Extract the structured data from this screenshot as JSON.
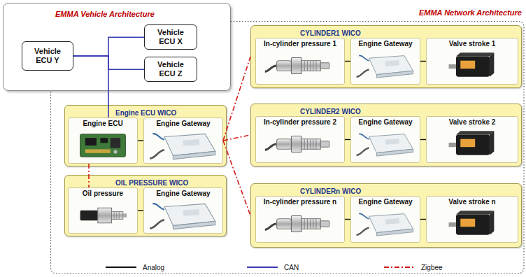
{
  "diagram": {
    "nodes": [
      {
        "text": [
          "EMMA Vehicle Architecture"
        ]
      },
      {
        "text": [
          "Vehicle ECU Y"
        ],
        "in": 0
      },
      {
        "text": [
          "Vehicle ECU X"
        ],
        "in": 0
      },
      {
        "text": [
          "Vehicle ECU Z"
        ],
        "in": 0
      },
      {
        "text": [
          "EMMA Network Architecture"
        ]
      },
      {
        "text": [
          "CYLINDER1 WICO"
        ],
        "in": 4
      },
      {
        "text": [
          "In-cylinder pressure 1"
        ],
        "in": 5
      },
      {
        "text": [
          "Engine Gateway"
        ],
        "in": 5
      },
      {
        "text": [
          "Valve stroke 1"
        ],
        "in": 5
      },
      {
        "text": [
          "Engine ECU WICO"
        ],
        "in": 4
      },
      {
        "text": [
          "Engine ECU"
        ],
        "in": 9
      },
      {
        "text": [
          "Engine Gateway"
        ],
        "in": 9
      },
      {
        "text": [
          "CYLINDER2 WICO"
        ],
        "in": 4
      },
      {
        "text": [
          "In-cylinder pressure 2"
        ],
        "in": 12
      },
      {
        "text": [
          "Engine Gateway"
        ],
        "in": 12
      },
      {
        "text": [
          "Valve stroke 2"
        ],
        "in": 12
      },
      {
        "text": [
          "OIL PRESSURE WICO"
        ],
        "in": 4
      },
      {
        "text": [
          "Oil pressure"
        ],
        "in": 16
      },
      {
        "text": [
          "Engine Gateway"
        ],
        "in": 16
      },
      {
        "text": [
          "CYLINDERn WICO"
        ],
        "in": 4
      },
      {
        "text": [
          "In-cylinder pressure n"
        ],
        "in": 19
      },
      {
        "text": [
          "Engine Gateway"
        ],
        "in": 19
      },
      {
        "text": [
          "Valve stroke n"
        ],
        "in": 19
      }
    ],
    "edges": [
      {
        "from": 1,
        "to": 2,
        "arrow": "none"
      },
      {
        "from": 1,
        "to": 3,
        "arrow": "none"
      },
      {
        "from": 1,
        "to": 10,
        "arrow": "none"
      },
      {
        "from": 11,
        "to": 5,
        "arrow": "none"
      },
      {
        "from": 11,
        "to": 12,
        "arrow": "none"
      },
      {
        "from": 11,
        "to": 19,
        "arrow": "none"
      },
      {
        "from": 10,
        "to": 17,
        "arrow": "none"
      },
      {
        "from": 6,
        "to": 7,
        "arrow": "none"
      },
      {
        "from": 7,
        "to": 8,
        "arrow": "none"
      },
      {
        "from": 10,
        "to": 11,
        "arrow": "none"
      },
      {
        "from": 13,
        "to": 14,
        "arrow": "none"
      },
      {
        "from": 14,
        "to": 15,
        "arrow": "none"
      },
      {
        "from": 17,
        "to": 18,
        "arrow": "none"
      },
      {
        "from": 20,
        "to": 21,
        "arrow": "none"
      },
      {
        "from": 21,
        "to": 22,
        "arrow": "none"
      }
    ],
    "legend": [
      {
        "text": "Analog"
      },
      {
        "text": "CAN"
      },
      {
        "text": "Zigbee"
      }
    ]
  }
}
